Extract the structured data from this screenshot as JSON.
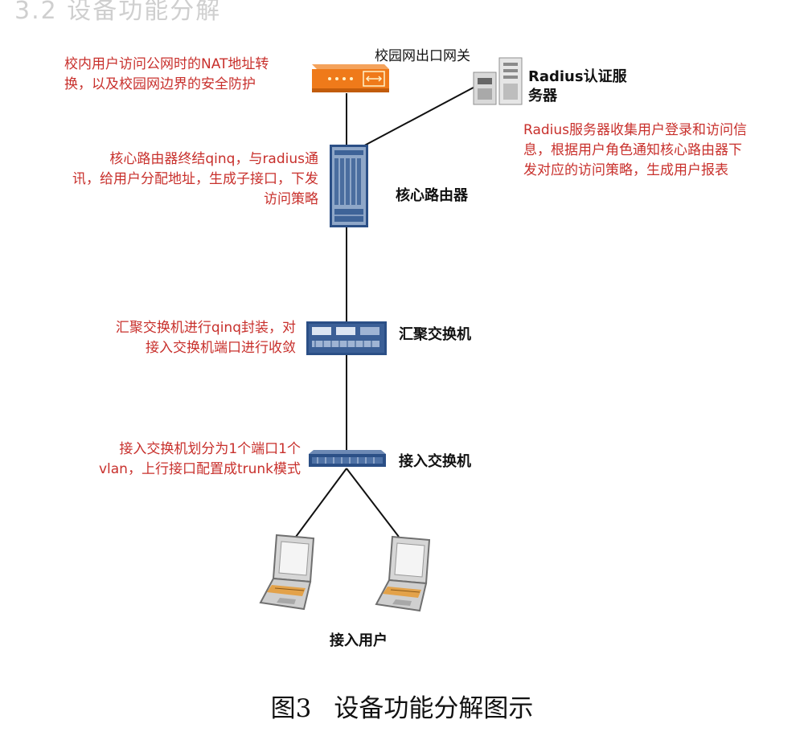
{
  "heading": "3.2 设备功能分解",
  "figure": {
    "number": "图3",
    "title": "设备功能分解图示"
  },
  "nodes": {
    "gateway": {
      "label": "校园网出口网关",
      "note": [
        "校内用户访问公网时的NAT地址转",
        "换，以及校园网边界的安全防护"
      ]
    },
    "radius": {
      "label": [
        "Radius认证服",
        "务器"
      ],
      "note": [
        "Radius服务器收集用户登录和访问信",
        "息，根据用户角色通知核心路由器下",
        "发对应的访问策略，生成用户报表"
      ]
    },
    "core": {
      "label": "核心路由器",
      "note": [
        "核心路由器终结qinq，与radius通",
        "讯，给用户分配地址，生成子接口，下发",
        "访问策略"
      ]
    },
    "aggregation": {
      "label": "汇聚交换机",
      "note": [
        "汇聚交换机进行qinq封装，对",
        "接入交换机端口进行收敛"
      ]
    },
    "access": {
      "label": "接入交换机",
      "note": [
        "接入交换机划分为1个端口1个",
        "vlan，上行接口配置成trunk模式"
      ]
    },
    "users": {
      "label": "接入用户"
    }
  },
  "colors": {
    "note_text": "#c8302c",
    "label_text": "#111111",
    "firewall": "#ef7a1a",
    "device_blue": "#2b4f86",
    "link_line": "#111111"
  },
  "icons": [
    "firewall-icon",
    "server-icon",
    "router-icon",
    "switch-icon",
    "laptop-icon"
  ]
}
